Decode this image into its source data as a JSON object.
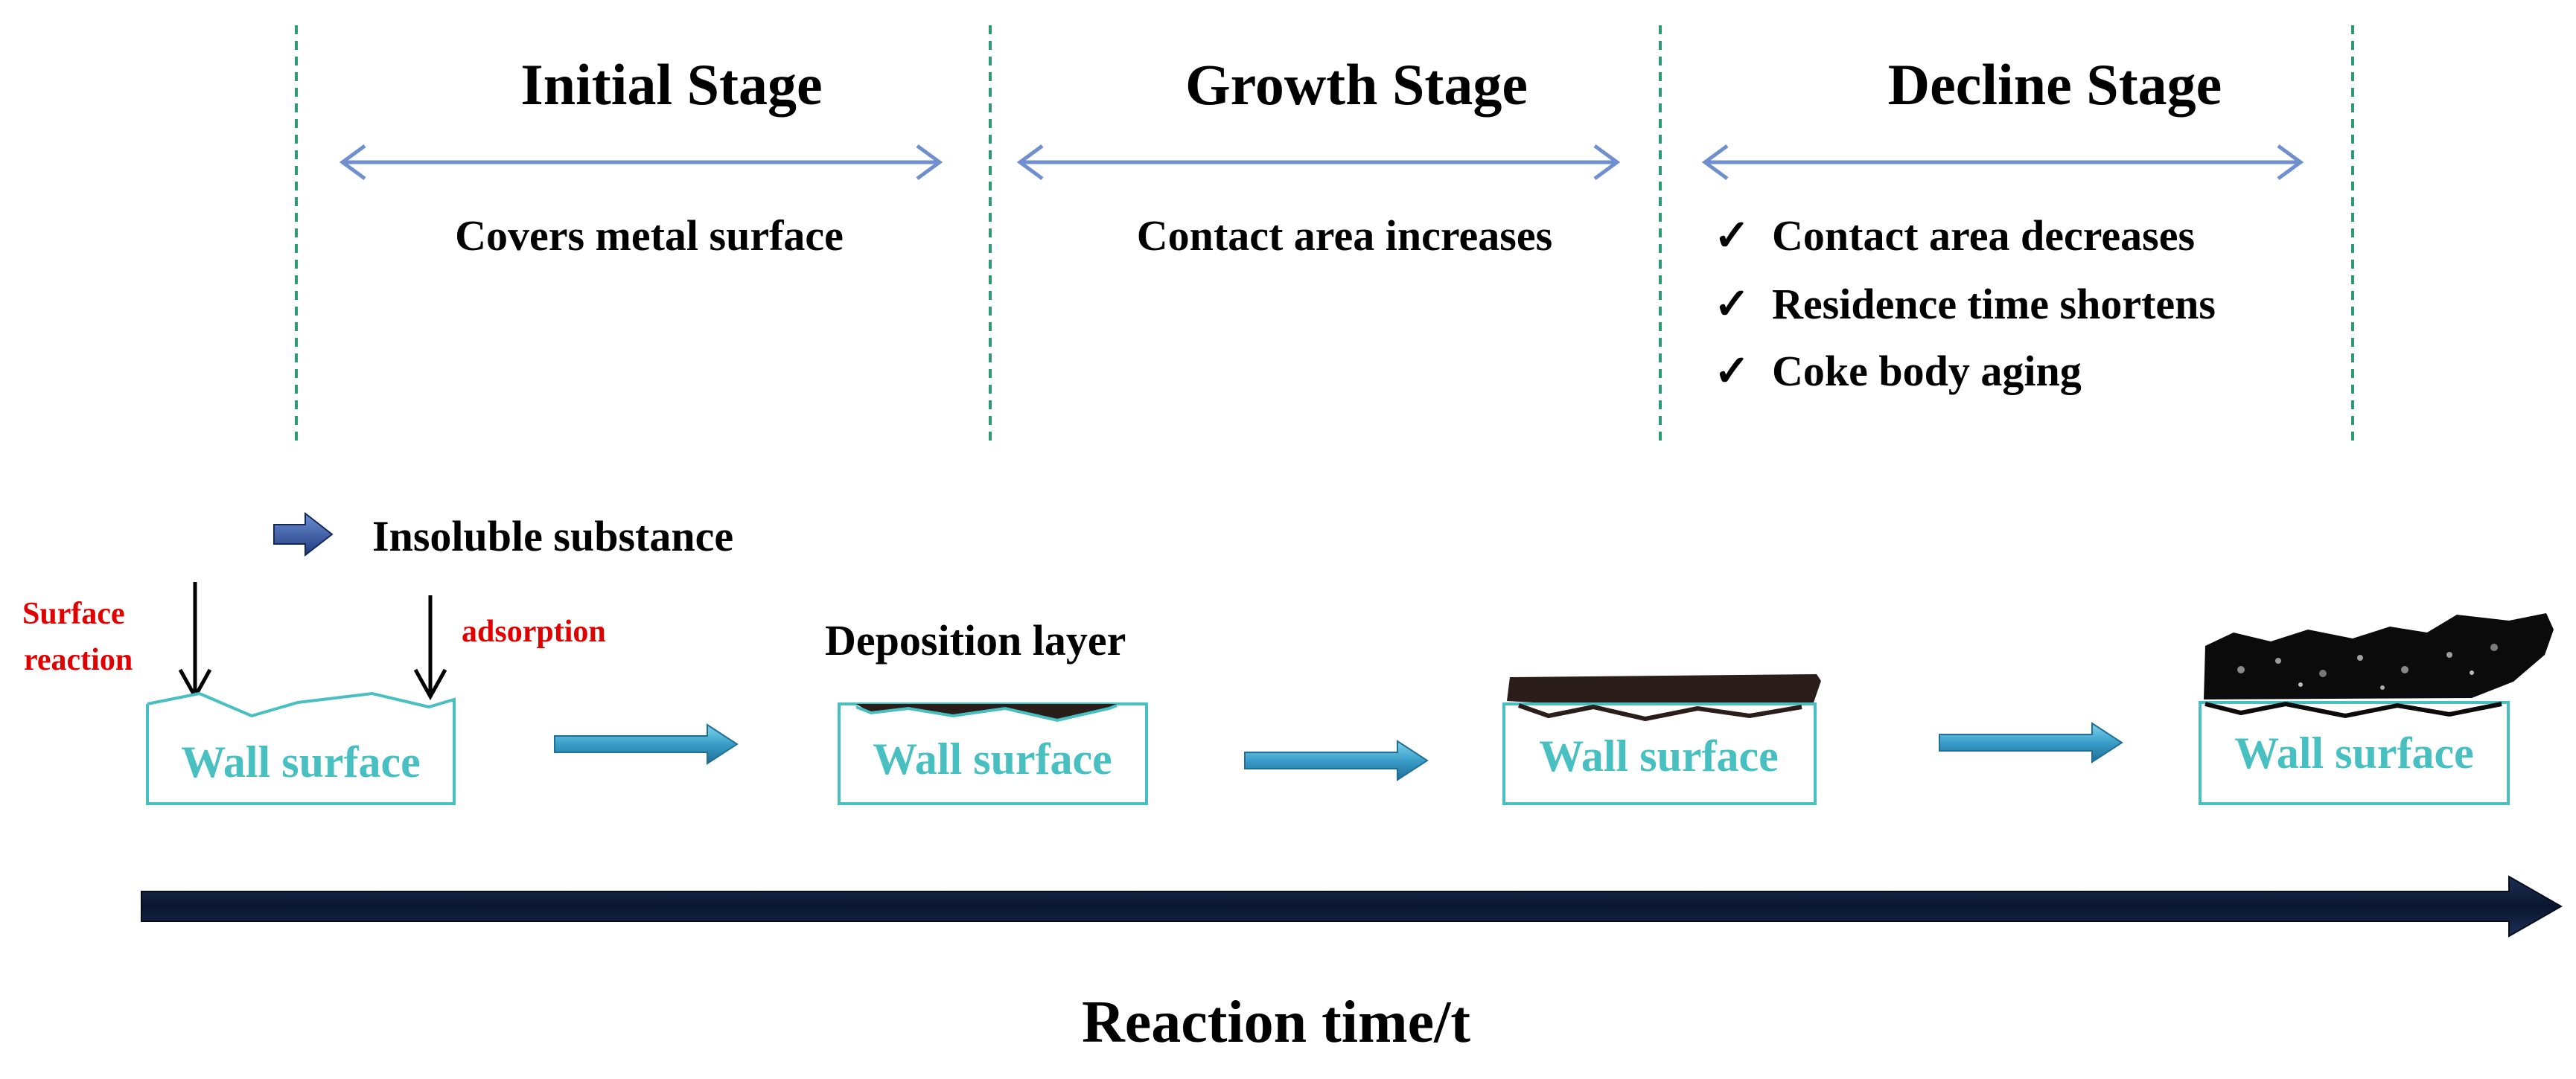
{
  "colors": {
    "divider": "#2e9a72",
    "span_arrow": "#6f8fcf",
    "wall": "#48bfc0",
    "red_text": "#e00000",
    "coke": "#2a1d1a",
    "coke_aged": "#0b0b0b",
    "time_axis": "#0d1a33",
    "stage_arrow": "#3a9ec9"
  },
  "stages": [
    {
      "title": "Initial Stage",
      "lines": [
        {
          "text": "Covers metal surface",
          "check": false
        }
      ]
    },
    {
      "title": "Growth Stage",
      "lines": [
        {
          "text": "Contact area increases",
          "check": false
        }
      ]
    },
    {
      "title": "Decline Stage",
      "lines": [
        {
          "text": "Contact area decreases",
          "check": true
        },
        {
          "text": "Residence time shortens",
          "check": true
        },
        {
          "text": "Coke body aging",
          "check": true
        }
      ]
    }
  ],
  "check_mark": "✓",
  "legend": {
    "icon": "right-arrow-icon",
    "label": "Insoluble substance"
  },
  "labels": {
    "surface_reaction_line1": "Surface",
    "surface_reaction_line2": "reaction",
    "adsorption": "adsorption",
    "deposition_layer": "Deposition layer",
    "wall_surface": "Wall surface",
    "time_axis": "Reaction time/t"
  },
  "icons": {
    "stage_span": "double-arrow-icon",
    "flow": "right-arrow-icon",
    "axis": "long-arrow-icon"
  }
}
